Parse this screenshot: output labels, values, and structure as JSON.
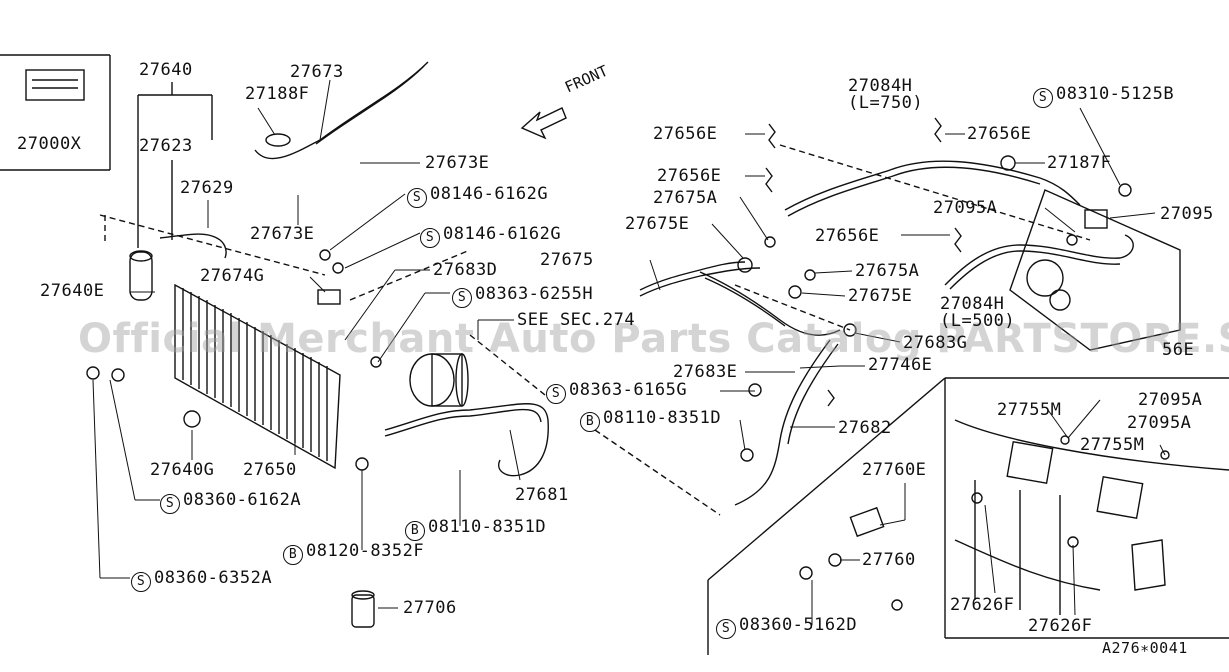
{
  "watermark": "Official Merchant Auto Parts Catalog PARTSTORE.SA",
  "front_label": "FRONT",
  "diagram_id": "A276∗0041",
  "see_sec": "SEE SEC.274",
  "parts": {
    "p27000X": "27000X",
    "p27640": "27640",
    "p27623": "27623",
    "p27629": "27629",
    "p27188F": "27188F",
    "p27673": "27673",
    "p27673E_a": "27673E",
    "p27673E_b": "27673E",
    "p27674G": "27674G",
    "p27683D": "27683D",
    "p27640E": "27640E",
    "p27640G": "27640G",
    "p27650": "27650",
    "p27681": "27681",
    "p27706": "27706",
    "p27656E_a": "27656E",
    "p27656E_b": "27656E",
    "p27656E_c": "27656E",
    "p27656E_d": "27656E",
    "p27656E_e": "56E",
    "p27084H_a": "27084H",
    "p27084H_a_len": "(L=750)",
    "p27084H_b": "27084H",
    "p27084H_b_len": "(L=500)",
    "p27187F": "27187F",
    "p27095A_a": "27095A",
    "p27095": "27095",
    "p27675A_a": "27675A",
    "p27675A_b": "27675A",
    "p27675E_a": "27675E",
    "p27675E_b": "27675E",
    "p27675": "27675",
    "p27095A_b": "27095A",
    "p27095A_c": "27095A",
    "p27683E": "27683E",
    "p27683G": "27683G",
    "p27746E": "27746E",
    "p27682": "27682",
    "p27760E": "27760E",
    "p27760": "27760",
    "p27755M_a": "27755M",
    "p27755M_b": "27755M",
    "p27626F_a": "27626F",
    "p27626F_b": "27626F"
  },
  "bolts": {
    "b1_mark": "S",
    "b1": "08146-6162G",
    "b2_mark": "S",
    "b2": "08146-6162G",
    "b3_mark": "S",
    "b3": "08363-6255H",
    "b4_mark": "S",
    "b4": "08363-6165G",
    "b5_mark": "B",
    "b5": "08110-8351D",
    "b6_mark": "B",
    "b6": "08110-8351D",
    "b7_mark": "B",
    "b7": "08120-8352F",
    "b8_mark": "S",
    "b8": "08360-6162A",
    "b9_mark": "S",
    "b9": "08360-6352A",
    "b10_mark": "S",
    "b10": "08310-5125B",
    "b11_mark": "S",
    "b11": "08360-5162D"
  }
}
